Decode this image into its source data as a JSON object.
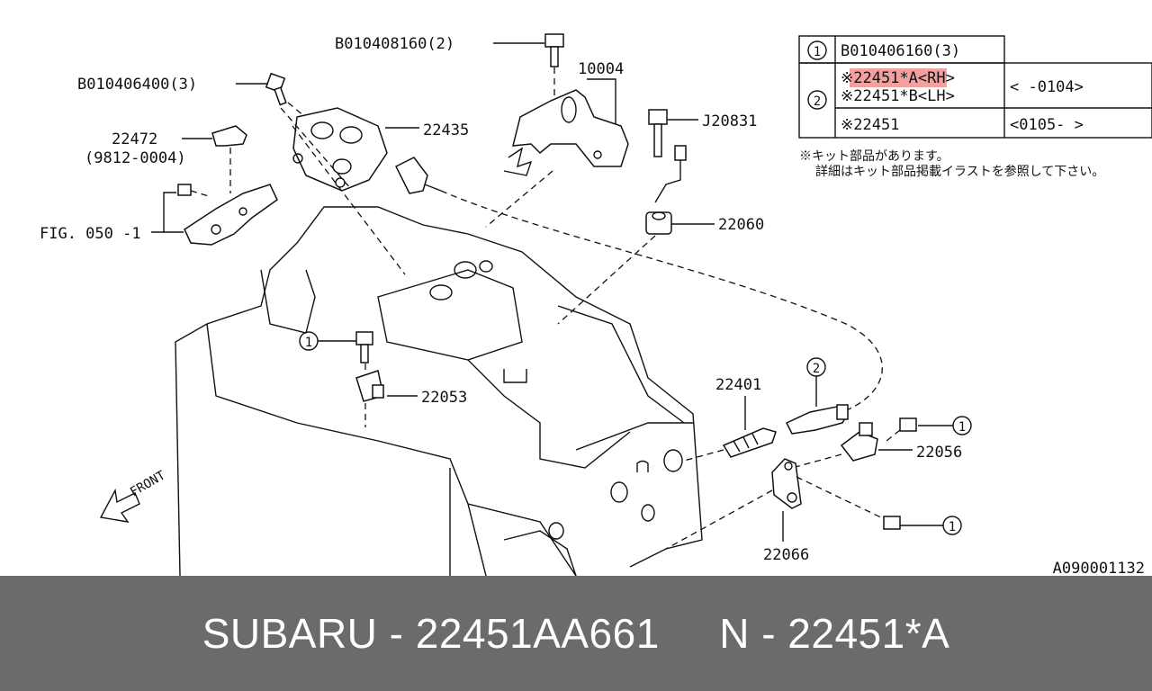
{
  "callouts": {
    "bolt_top": "B010408160(2)",
    "bolt_left": "B010406400(3)",
    "bracket": "10004",
    "coil": "22435",
    "tab": "22472",
    "tab_range": "(9812-0004)",
    "fig_ref": "FIG. 050 -1",
    "bolt_right": "J20831",
    "sensor_top": "22060",
    "sensor_mid": "22053",
    "plug": "22401",
    "sensor_crank": "22056",
    "bracket_low": "22066",
    "circle1_a": "1",
    "circle1_b": "1",
    "circle1_c": "1",
    "circle2": "2",
    "front": "FRONT",
    "drawing_id": "A090001132"
  },
  "legend_table": {
    "row1_index": "1",
    "row1_value": "B010406160(3)",
    "row2_index": "2",
    "row2_item_a": "※22451*A<RH>",
    "row2_item_b": "※22451*B<LH>",
    "row2_item_c": "※22451",
    "row2_range_a": "<      -0104>",
    "row2_range_c": "<0105-       >"
  },
  "note": {
    "line1": "※キット部品があります。",
    "line2": "詳細はキット部品掲載イラストを参照して下さい。"
  },
  "footer": {
    "text": "SUBARU - 22451AA661     N - 22451*A"
  },
  "colors": {
    "highlight": "#f3a0a0",
    "footer_bg": "#6b6b6b"
  }
}
